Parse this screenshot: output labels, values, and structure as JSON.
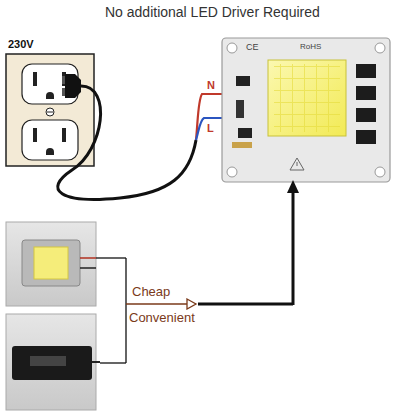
{
  "diagram": {
    "title": "No additional LED Driver Required",
    "labels": [
      "230V",
      "N",
      "L",
      "CE",
      "RoHS",
      "Cheap",
      "Convenient"
    ]
  }
}
